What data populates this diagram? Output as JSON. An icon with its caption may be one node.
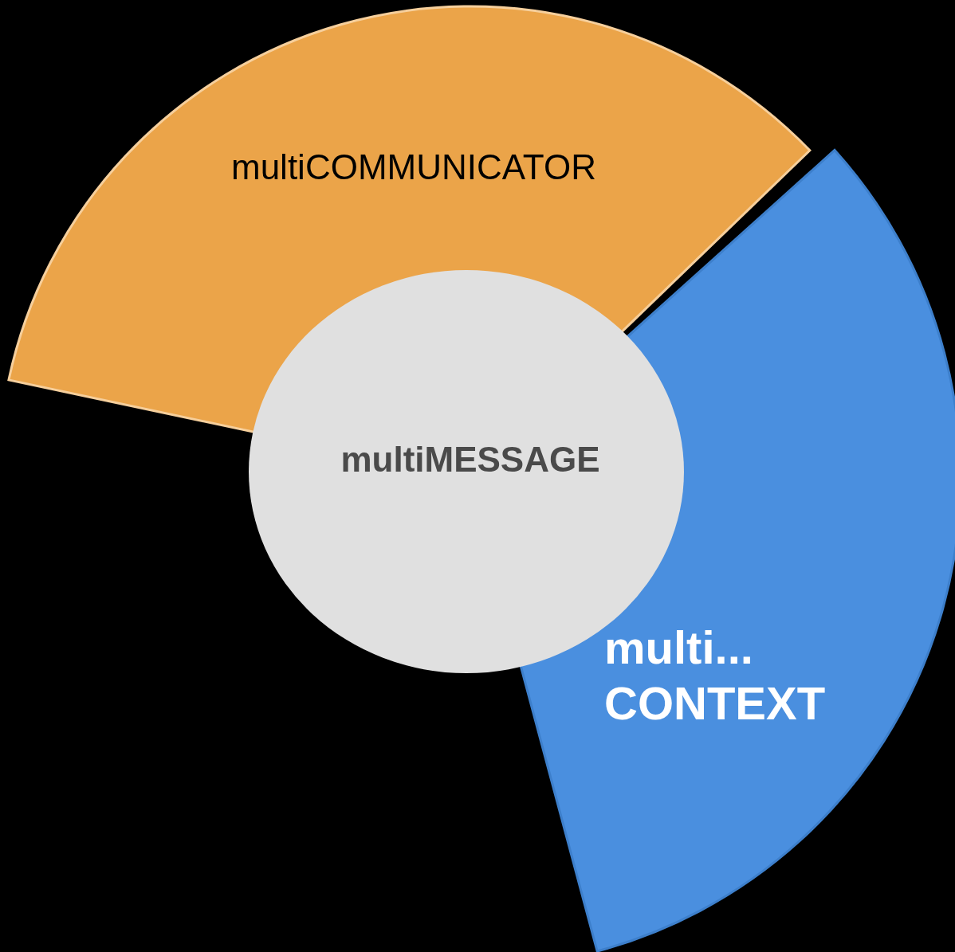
{
  "diagram": {
    "nodes": [
      {
        "text": [
          "multiCOMMUNICATOR"
        ]
      },
      {
        "text": [
          "multi... CONTEXT"
        ]
      },
      {
        "text": [
          "multiMESSAGE"
        ]
      }
    ]
  }
}
